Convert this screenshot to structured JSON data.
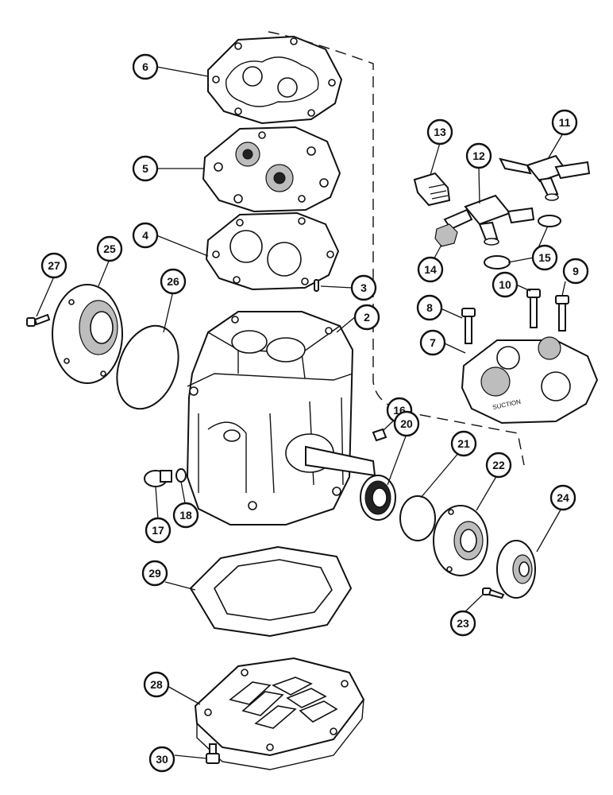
{
  "stamp_text": "SUCTION",
  "callouts": [
    {
      "label": "2"
    },
    {
      "label": "3"
    },
    {
      "label": "4"
    },
    {
      "label": "5"
    },
    {
      "label": "6"
    },
    {
      "label": "7"
    },
    {
      "label": "8"
    },
    {
      "label": "9"
    },
    {
      "label": "10"
    },
    {
      "label": "11"
    },
    {
      "label": "12"
    },
    {
      "label": "13"
    },
    {
      "label": "14"
    },
    {
      "label": "15"
    },
    {
      "label": "16"
    },
    {
      "label": "17"
    },
    {
      "label": "18"
    },
    {
      "label": "20"
    },
    {
      "label": "21"
    },
    {
      "label": "22"
    },
    {
      "label": "23"
    },
    {
      "label": "24"
    },
    {
      "label": "25"
    },
    {
      "label": "26"
    },
    {
      "label": "27"
    },
    {
      "label": "28"
    },
    {
      "label": "29"
    },
    {
      "label": "30"
    }
  ]
}
